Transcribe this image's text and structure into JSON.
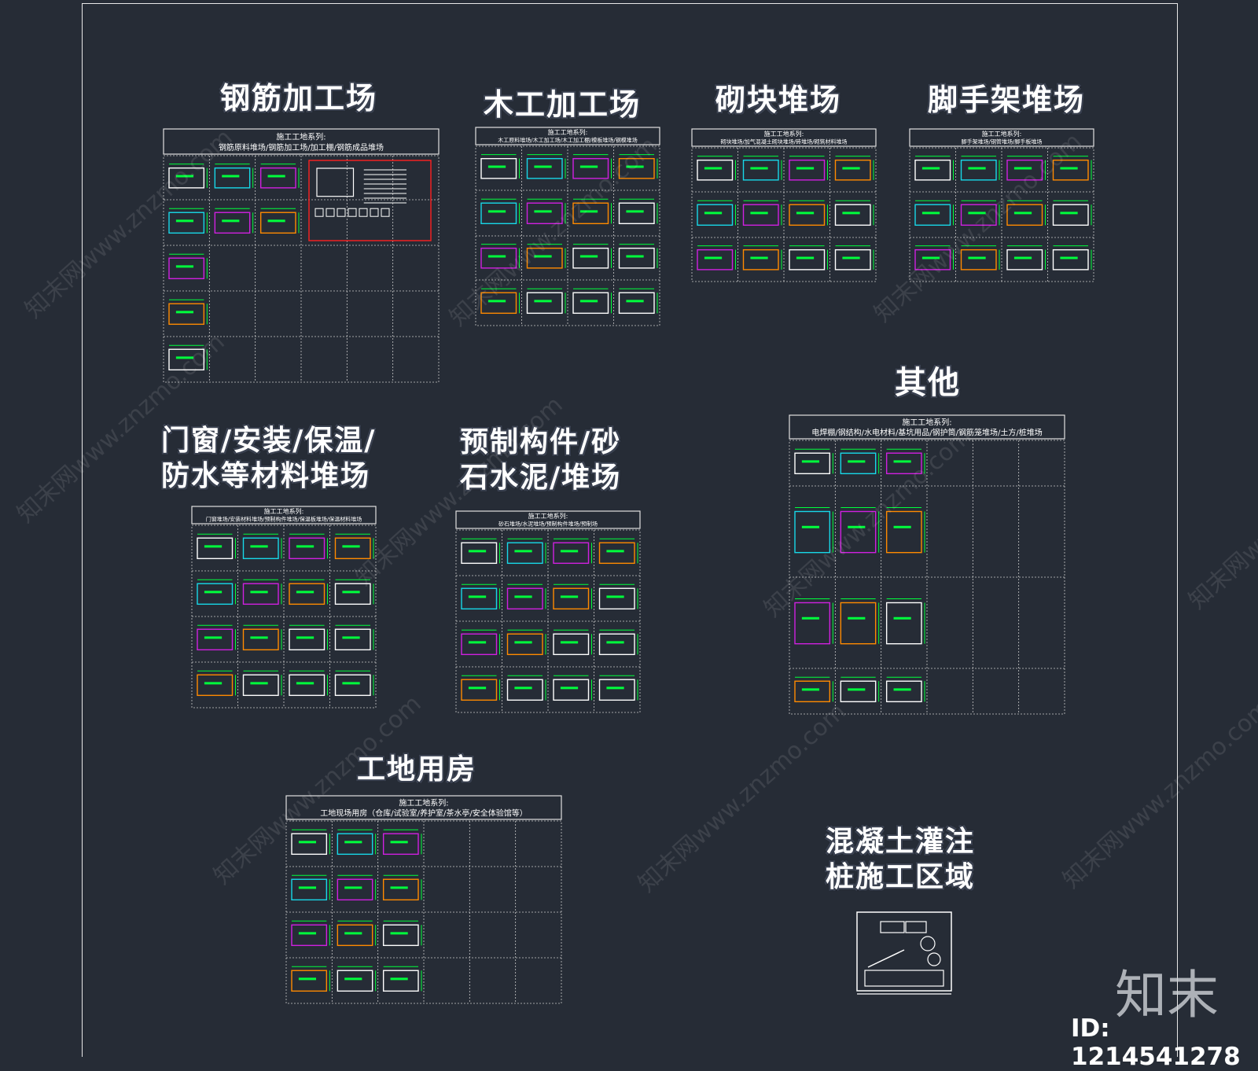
{
  "sections": [
    {
      "title": "钢筋加工场",
      "header_line1": "施工工地系列:",
      "header_line2": "钢筋原料堆场/钢筋加工场/加工棚/钢筋成品堆场"
    },
    {
      "title": "木工加工场",
      "header_line1": "施工工地系列:",
      "header_line2": "木工原料堆场/木工加工场/木工加工棚/模板堆场/钢模堆场"
    },
    {
      "title": "砌块堆场",
      "header_line1": "施工工地系列:",
      "header_line2": "砌块堆场/加气混凝土砌块堆场/砖堆场/砌筑材料堆场"
    },
    {
      "title": "脚手架堆场",
      "header_line1": "施工工地系列:",
      "header_line2": "脚手架堆场/钢管堆场/脚手板堆场"
    },
    {
      "title": "其他",
      "header_line1": "施工工地系列:",
      "header_line2": "电焊棚/钢结构/水电材料/基坑用品/钢护筒/钢筋笼堆场/土方/桩堆场"
    },
    {
      "title_line1": "门窗/安装/保温/",
      "title_line2": "防水等材料堆场",
      "header_line1": "施工工地系列:",
      "header_line2": "门窗堆场/安装材料堆场/预制构件堆场/保温板堆场/保温材料堆场"
    },
    {
      "title_line1": "预制构件/砂",
      "title_line2": "石水泥/堆场",
      "header_line1": "施工工地系列:",
      "header_line2": "砂石堆场/水泥堆场/预制构件堆场/预制场"
    },
    {
      "title": "工地用房",
      "header_line1": "施工工地系列:",
      "header_line2": "工地现场用房（仓库/试验室/养护室/茶水亭/安全体验馆等）"
    },
    {
      "title_line1": "混凝土灌注",
      "title_line2": "桩施工区域"
    }
  ],
  "watermark_text": "知末网www.znzmo.com",
  "brand": "知末",
  "id_label": "ID: 1214541278",
  "colors": {
    "background": "#262c36",
    "cad_green": "#00ff3c",
    "cad_cyan": "#18d8e8",
    "cad_magenta": "#d020e0",
    "cad_orange": "#ff8a00",
    "cad_red": "#ff2020",
    "cad_yellow": "#ffe600",
    "white": "#ffffff"
  }
}
